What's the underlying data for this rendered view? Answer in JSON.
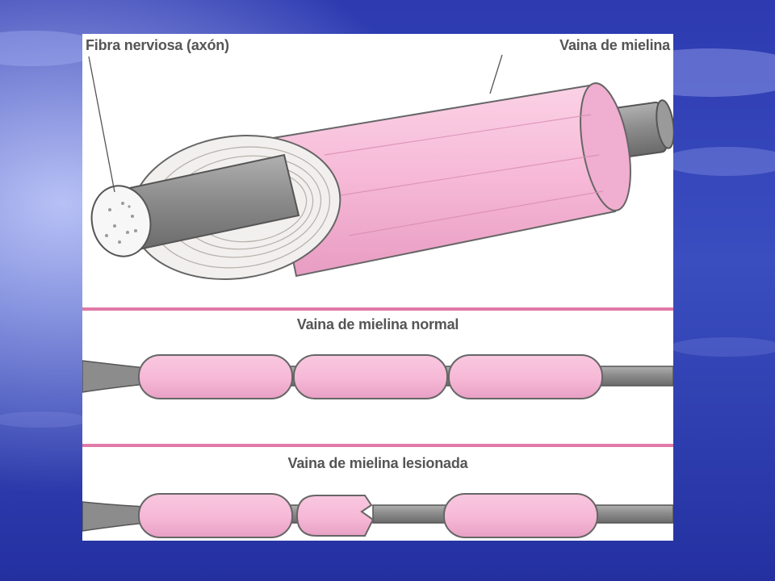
{
  "slide": {
    "background_color": "#2a35a8",
    "highlight_color": "#7f8fe0"
  },
  "figure": {
    "labels": {
      "axon": "Fibra nerviosa (axón)",
      "sheath": "Vaina de mielina",
      "normal": "Vaina de mielina normal",
      "damaged": "Vaina de mielina lesionada"
    },
    "colors": {
      "myelin": "#f6b8d6",
      "axon": "#8c8c8c",
      "divider": "#e07aa8",
      "outline": "#555555"
    }
  }
}
